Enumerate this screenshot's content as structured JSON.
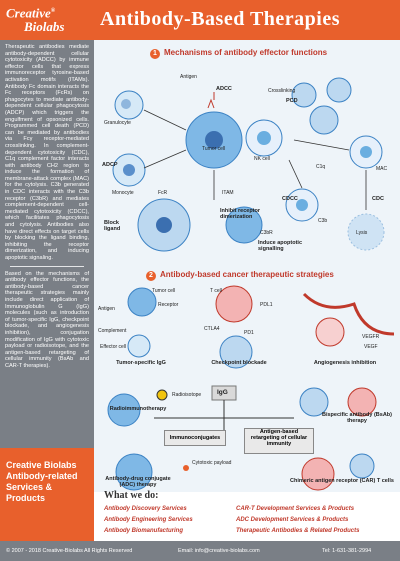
{
  "header": {
    "logo_line1": "Creative",
    "logo_line2": "Biolabs",
    "logo_reg": "®",
    "title": "Antibody-Based Therapies"
  },
  "sidebar": {
    "para1": "Therapeutic antibodies mediate antibody-dependent cellular cytotoxicity (ADCC) by immune effector cells that express immunoreceptor tyrosine-based activation motifs (ITAMs). Antibody Fc domain interacts the Fc receptors (FcRs) on phagocytes to mediate antibody-dependent cellular phagocytosis (ADCP) which triggers the engulfment of opsonized cells. Programmed cell death (PCD) can be mediated by antibodies via Fcγ receptor-mediated crosslinking. In complement-dependent cytotoxicity (CDC), C1q complement factor interacts with antibody CH2 region to induce the formation of membrane-attack complex (MAC) for the cytolysis. C3b generated in CDC interacts with the C3b receptor (C3bR) and mediates complement-dependent cell-mediated cytotoxicity (CDCC), which facilitates phagocytosis and cytolysis. Antibodies also have direct effects on target cells by blocking the ligand binding, inhibiting the receptor dimerization, and inducing apoptotic signaling.",
    "para2": "Based on the mechanisms of antibody effector functions, the antibody-based cancer therapeutic strategies mainly include direct application of Immunoglobulin G (IgG) molecules (such as introduction of tumor-specific IgG, checkpoint blockade, and angiogenesis inhibition), conjugation modification of IgG with cytotoxic payload or radioisotope, and the antigen-based retargeting of cellular immunity (BsAb and CAR-T therapies).",
    "box": "Creative Biolabs Antibody-related Services & Products"
  },
  "section1": {
    "num": "1",
    "title": "Mechanisms of  antibody effector functions",
    "labels": {
      "antigen": "Antigen",
      "adcc": "ADCC",
      "granulocyte": "Granulocyte",
      "tumor_cell": "Tumor cell",
      "nk_cell": "NK cell",
      "crosslinking": "Crosslinking",
      "pcd": "PCD",
      "adcp": "ADCP",
      "monocyte": "Monocyte",
      "fcr": "FcR",
      "itam": "ITAM",
      "c1q": "C1q",
      "mac": "MAC",
      "cdcc": "CDCC",
      "cdc": "CDC",
      "c3br": "C3bR",
      "c3b": "C3b",
      "lysis": "Lysis",
      "block_ligand": "Block ligand",
      "inhibit_dimer": "Inhibit receptor dimerization",
      "induce_apop": "Induce apoptotic signalling"
    }
  },
  "section2": {
    "num": "2",
    "title": "Antibody-based cancer therapeutic strategies",
    "labels": {
      "tumor_cell": "Tumor cell",
      "receptor": "Receptor",
      "antigen": "Antigen",
      "complement": "Complement",
      "effector_cell": "Effector cell",
      "tumor_igg": "Tumor-specific IgG",
      "t_cell": "T cell",
      "pdl1": "PDL1",
      "ctla4": "CTLA4",
      "pd1": "PD1",
      "checkpoint": "Checkpoint blockade",
      "vegfr": "VEGFR",
      "vegf": "VEGF",
      "angio": "Angiogenesis inhibition",
      "igg": "IgG",
      "radioisotope": "Radioisotope",
      "radioimmuno": "Radioimmunotherapy",
      "antigen_retarget": "Antigen-based retargeting of cellular immunity",
      "bsab": "Bispecific antibody (BsAb) therapy",
      "immunoconjugates": "Immunoconjugates",
      "cytotoxic": "Cytotoxic payload",
      "adc": "Antibody-drug conjugate (ADC) therapy",
      "cart": "Chimeric antigen receptor (CAR)  T cells"
    }
  },
  "what_we_do": {
    "title": "What we do:",
    "left": [
      "Antibody Discovery Services",
      "Antibody Engineering Services",
      "Antibody Biomanufacturing"
    ],
    "right": [
      "CAR-T Development  Services & Products",
      "ADC Development  Services & Products",
      "Therapeutic Antibodies & Related Products"
    ]
  },
  "footer": {
    "copyright": "© 2007 - 2018 Creative-Biolabs All Rights Reserved",
    "email": "Email: info@creative-biolabs.com",
    "tel": "Tel: 1-631-381-2994"
  },
  "colors": {
    "brand_orange": "#e8602c",
    "sidebar_gray": "#7a7f86",
    "section_red": "#c0392b",
    "cell_blue": "#6aaee0",
    "panel_bg": "#eef4f9"
  }
}
